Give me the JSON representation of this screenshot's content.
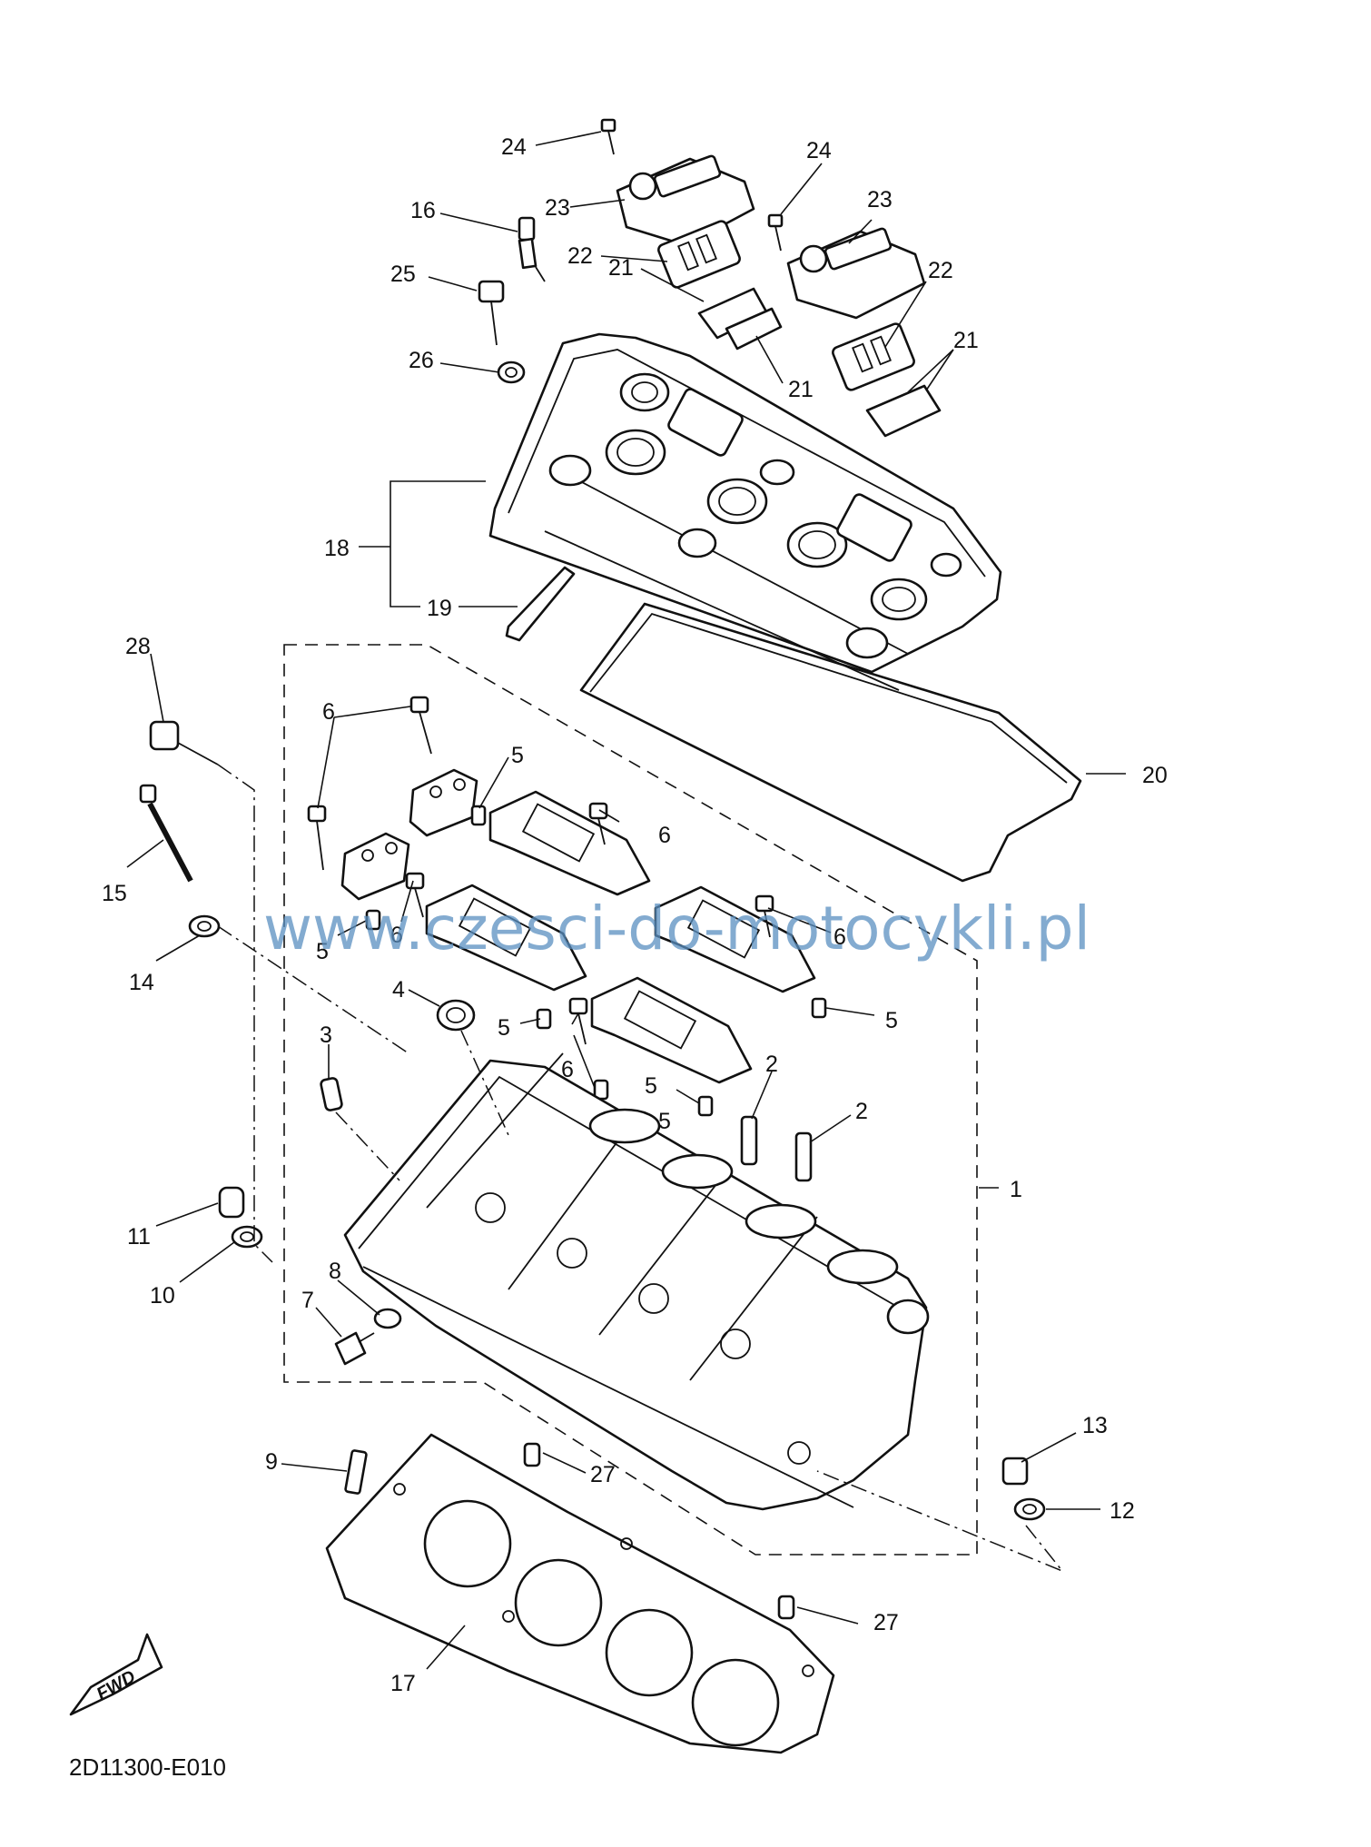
{
  "diagram": {
    "code": "2D11300-E010",
    "watermark": "www.czesci-do-motocykli.pl",
    "fwd_label": "FWD",
    "callouts": [
      {
        "id": "c24a",
        "text": "24"
      },
      {
        "id": "c24b",
        "text": "24"
      },
      {
        "id": "c23a",
        "text": "23"
      },
      {
        "id": "c23b",
        "text": "23"
      },
      {
        "id": "c22a",
        "text": "22"
      },
      {
        "id": "c22b",
        "text": "22"
      },
      {
        "id": "c21a",
        "text": "21"
      },
      {
        "id": "c21b",
        "text": "21"
      },
      {
        "id": "c21c",
        "text": "21"
      },
      {
        "id": "c16",
        "text": "16"
      },
      {
        "id": "c25",
        "text": "25"
      },
      {
        "id": "c26",
        "text": "26"
      },
      {
        "id": "c18",
        "text": "18"
      },
      {
        "id": "c19",
        "text": "19"
      },
      {
        "id": "c20",
        "text": "20"
      },
      {
        "id": "c28",
        "text": "28"
      },
      {
        "id": "c15",
        "text": "15"
      },
      {
        "id": "c14",
        "text": "14"
      },
      {
        "id": "c6a",
        "text": "6"
      },
      {
        "id": "c6b",
        "text": "6"
      },
      {
        "id": "c6c",
        "text": "6"
      },
      {
        "id": "c6d",
        "text": "6"
      },
      {
        "id": "c6e",
        "text": "6"
      },
      {
        "id": "c5a",
        "text": "5"
      },
      {
        "id": "c5b",
        "text": "5"
      },
      {
        "id": "c5c",
        "text": "5"
      },
      {
        "id": "c5d",
        "text": "5"
      },
      {
        "id": "c5e",
        "text": "5"
      },
      {
        "id": "c5f",
        "text": "5"
      },
      {
        "id": "c4",
        "text": "4"
      },
      {
        "id": "c3",
        "text": "3"
      },
      {
        "id": "c2a",
        "text": "2"
      },
      {
        "id": "c2b",
        "text": "2"
      },
      {
        "id": "c1",
        "text": "1"
      },
      {
        "id": "c11",
        "text": "11"
      },
      {
        "id": "c10",
        "text": "10"
      },
      {
        "id": "c8",
        "text": "8"
      },
      {
        "id": "c7",
        "text": "7"
      },
      {
        "id": "c13",
        "text": "13"
      },
      {
        "id": "c12",
        "text": "12"
      },
      {
        "id": "c9",
        "text": "9"
      },
      {
        "id": "c27a",
        "text": "27"
      },
      {
        "id": "c27b",
        "text": "27"
      },
      {
        "id": "c17",
        "text": "17"
      }
    ]
  }
}
